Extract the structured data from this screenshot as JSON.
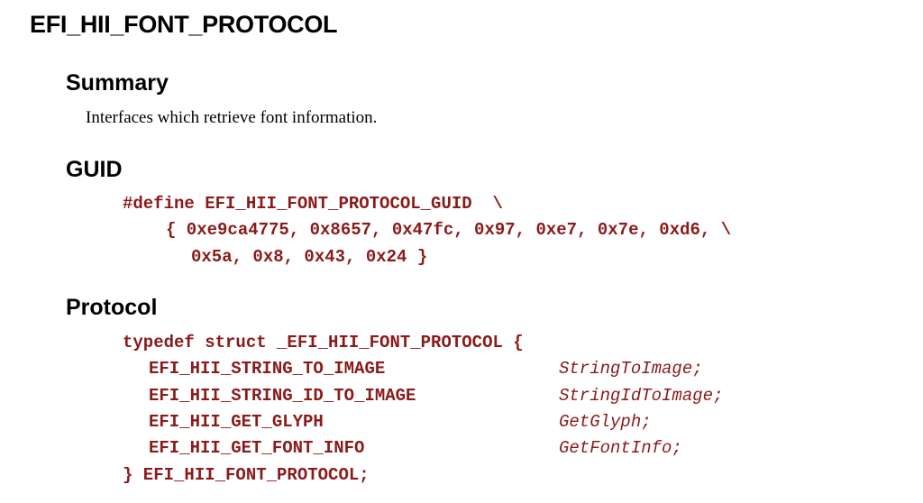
{
  "page": {
    "title": "EFI_HII_FONT_PROTOCOL"
  },
  "summary": {
    "heading": "Summary",
    "text": "Interfaces which retrieve font information."
  },
  "guid": {
    "heading": "GUID",
    "lines": [
      "#define EFI_HII_FONT_PROTOCOL_GUID  \\",
      "{ 0xe9ca4775, 0x8657, 0x47fc, 0x97, 0xe7, 0x7e, 0xd6, \\",
      "0x5a, 0x8, 0x43, 0x24 }"
    ]
  },
  "protocol": {
    "heading": "Protocol",
    "struct_open": "typedef struct _EFI_HII_FONT_PROTOCOL {",
    "members": [
      {
        "type": "EFI_HII_STRING_TO_IMAGE",
        "name": "StringToImage;"
      },
      {
        "type": "EFI_HII_STRING_ID_TO_IMAGE",
        "name": "StringIdToImage;"
      },
      {
        "type": "EFI_HII_GET_GLYPH",
        "name": "GetGlyph;"
      },
      {
        "type": "EFI_HII_GET_FONT_INFO",
        "name": "GetFontInfo;"
      }
    ],
    "struct_close": "} EFI_HII_FONT_PROTOCOL;"
  },
  "colors": {
    "code": "#8b1a1a",
    "text": "#000000",
    "background": "#ffffff"
  }
}
